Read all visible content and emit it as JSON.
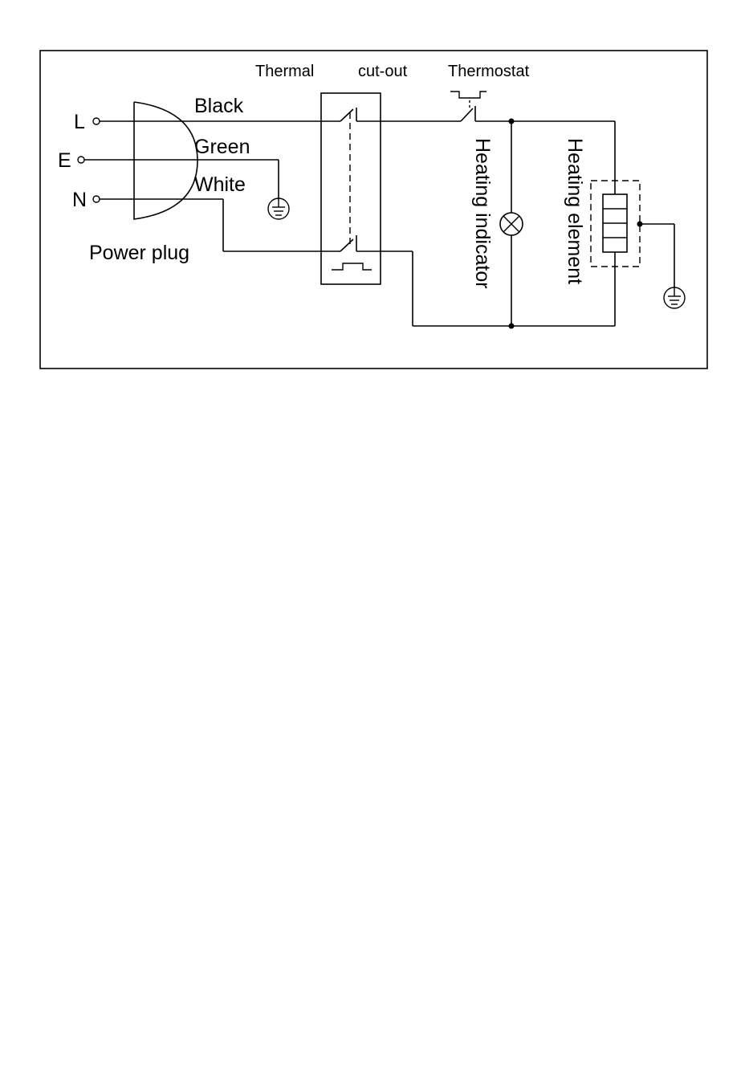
{
  "diagram": {
    "labels": {
      "L": "L",
      "E": "E",
      "N": "N",
      "black": "Black",
      "green": "Green",
      "white": "White",
      "power_plug": "Power plug",
      "thermal": "Thermal",
      "cut_out": "cut-out",
      "thermostat": "Thermostat",
      "heating_indicator": "Heating indicator",
      "heating_element": "Heating element"
    },
    "colors": {
      "line": "#000000",
      "background": "#ffffff"
    }
  }
}
